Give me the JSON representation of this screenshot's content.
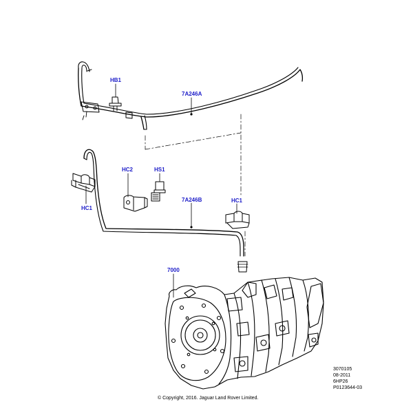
{
  "callouts": {
    "hb1": "HB1",
    "tube_a": "7A246A",
    "hc2": "HC2",
    "hs1": "HS1",
    "hc1_left": "HC1",
    "tube_b": "7A246B",
    "hc1_right": "HC1",
    "transmission": "7000"
  },
  "meta": {
    "ref_number": "3070105",
    "date": "08-2011",
    "model": "6HP26",
    "part_ref": "P0123644-03",
    "copyright": "© Copyright, 2016. Jaguar Land Rover Limited."
  },
  "colors": {
    "callout_text": "#1c1cc8",
    "line": "#000000"
  }
}
